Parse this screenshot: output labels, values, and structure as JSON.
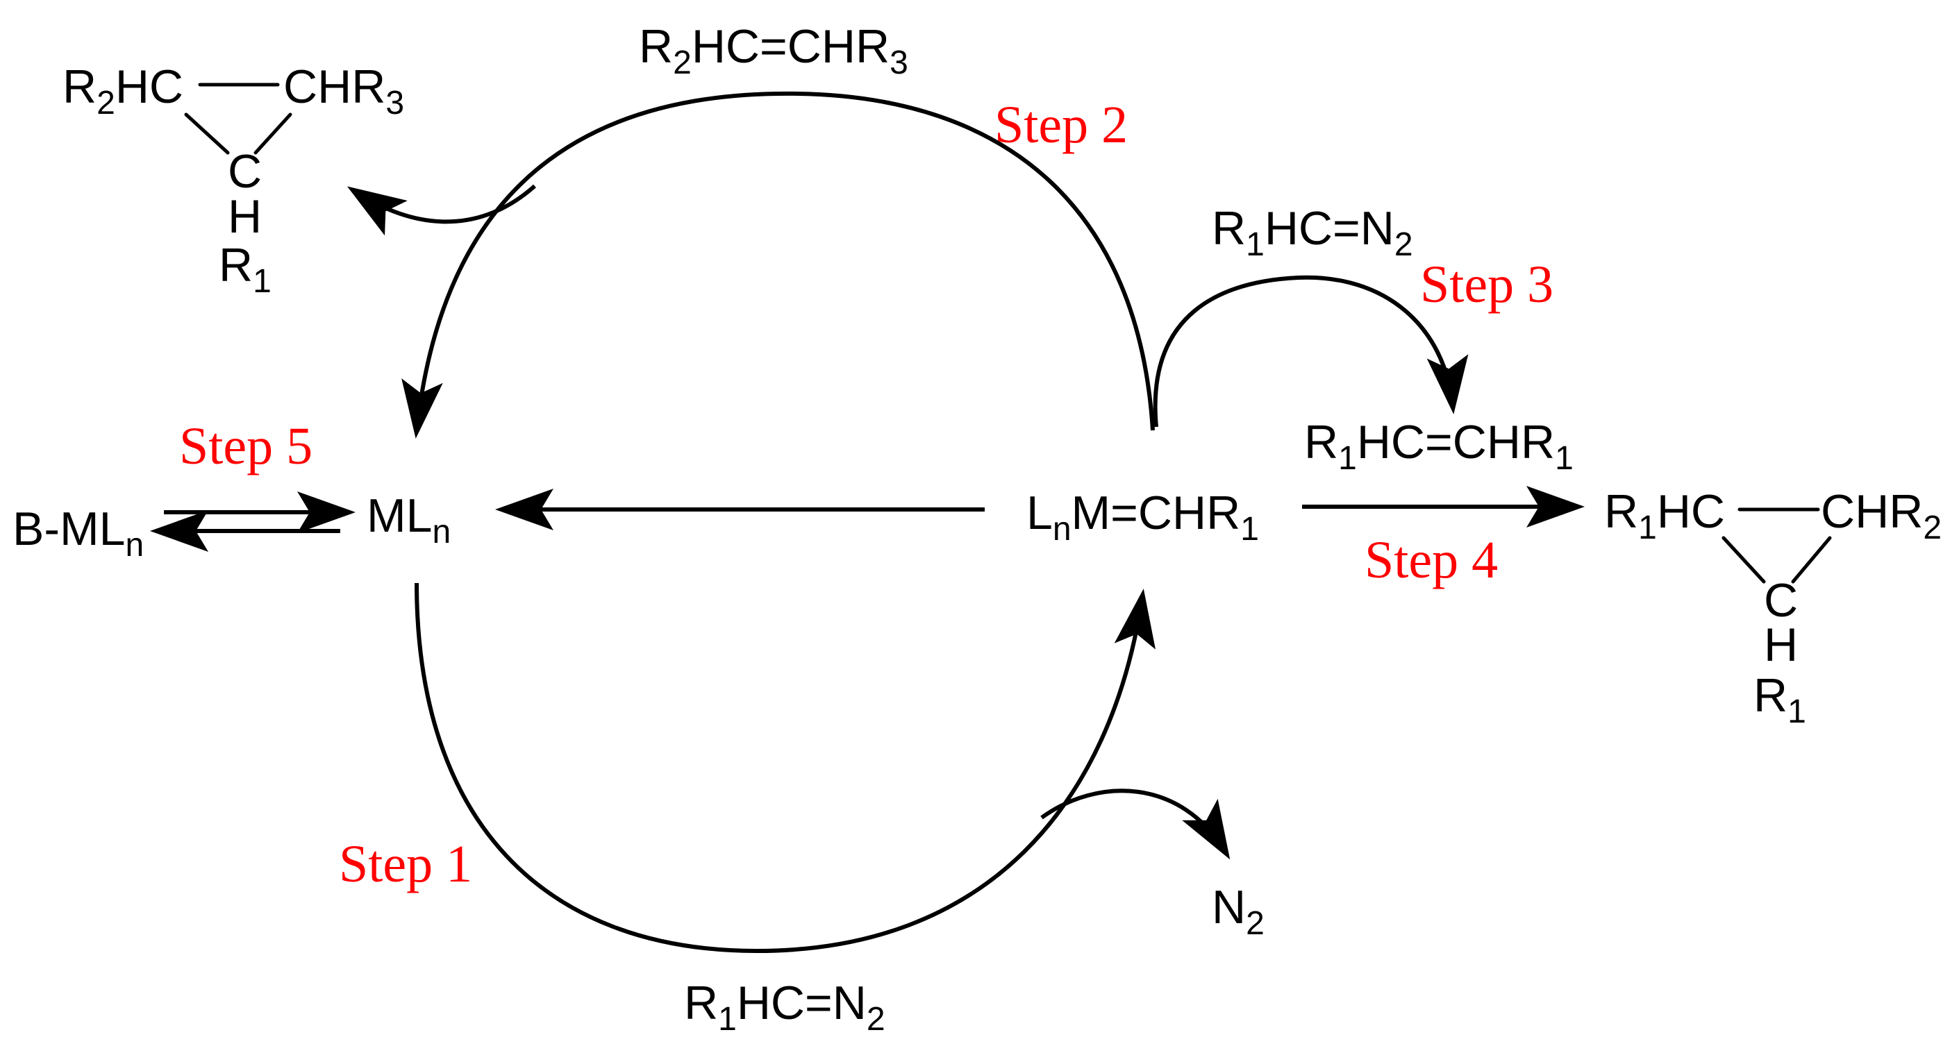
{
  "colors": {
    "step_label": "#ff0000",
    "ink": "#000000",
    "background": "#ffffff"
  },
  "labels": {
    "alkene_top": "R2HC=CHR3",
    "cyclopropane_left": {
      "c1": "R2HC",
      "c2": "CHR3",
      "c3_c": "C",
      "c3_h": "H",
      "c3_r": "R1"
    },
    "catalyst": "MLn",
    "bound_catalyst": "B-MLn",
    "carbene": "LnM=CHR1",
    "diazo_top": "R1HC=N2",
    "dimer": "R1HC=CHR1",
    "cyclopropane_right": {
      "c1": "R1HC",
      "c2": "CHR2",
      "c3_c": "C",
      "c3_h": "H",
      "c3_r": "R1"
    },
    "n2": "N2",
    "diazo_bottom": "R1HC=N2"
  },
  "steps": {
    "step1": "Step 1",
    "step2": "Step 2",
    "step3": "Step 3",
    "step4": "Step 4",
    "step5": "Step 5"
  },
  "icons": [
    "arrowhead-icon"
  ]
}
